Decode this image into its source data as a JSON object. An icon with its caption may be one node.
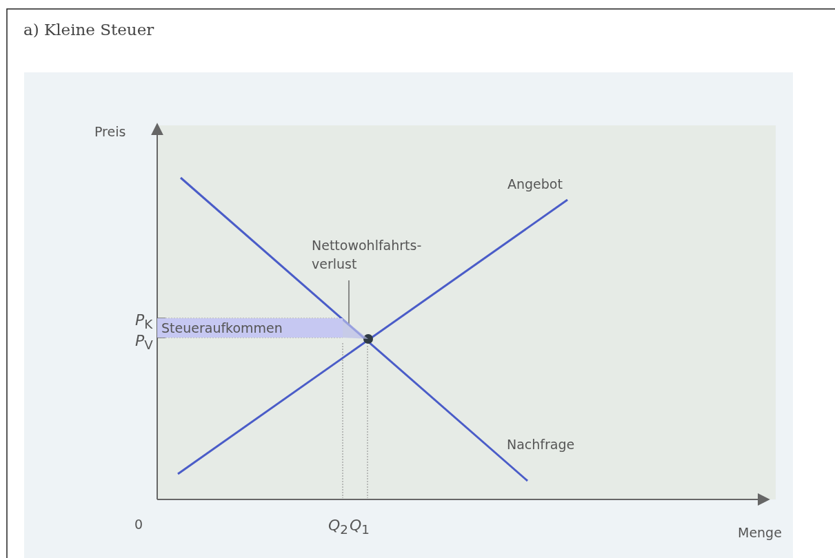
{
  "diagram": {
    "title": "a) Kleine Steuer",
    "nodes": [
      {
        "text": [
          "Steueraufkommen"
        ]
      },
      {
        "text": [
          "Nettowohlfahrts- verlust"
        ]
      },
      {
        "text": [],
        "shape": "triangle"
      }
    ],
    "edges": [
      {
        "from": 1,
        "to": 2,
        "arrow": "none"
      }
    ],
    "labels": [
      "Preis",
      "Angebot",
      "P$_{K}$",
      "P$_{V}$",
      "Nachfrage",
      "0",
      "Q$_{2}$",
      "Q$_{1}$",
      "Menge"
    ]
  }
}
